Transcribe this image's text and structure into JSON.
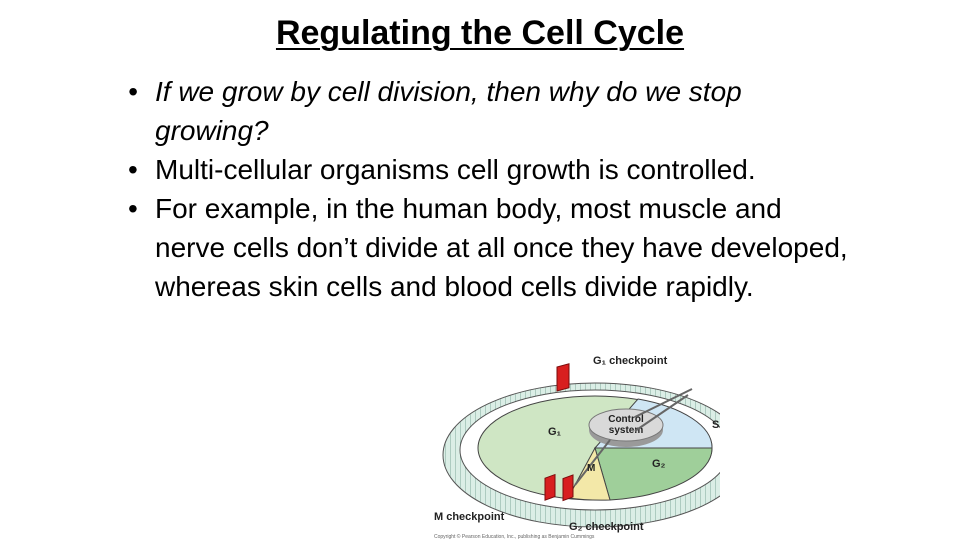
{
  "title": "Regulating the Cell Cycle",
  "bullets": [
    {
      "text": "If we grow by cell division, then why do we stop growing?",
      "style": "italic"
    },
    {
      "text": "Multi-cellular organisms cell growth is controlled.",
      "style": "normal"
    },
    {
      "text": "For example, in the human body, most muscle and nerve cells don’t divide at all once they have developed, whereas skin cells and blood cells divide rapidly.",
      "style": "normal"
    }
  ],
  "bullet_symbol": "•",
  "diagram": {
    "g1_checkpoint": "G₁ checkpoint",
    "control_line1": "Control",
    "control_line2": "system",
    "g1": "G₁",
    "s": "S",
    "m": "M",
    "g2": "G₂",
    "m_checkpoint": "M checkpoint",
    "g2_checkpoint": "G₂ checkpoint",
    "copyright": "Copyright © Pearson Education, Inc., publishing as Benjamin Cummings"
  },
  "colors": {
    "g1_sector": "#cfe6c4",
    "s_sector": "#cfe6f4",
    "g2_sector": "#9fcf9a",
    "m_sector": "#f3e8a8",
    "ring": "#dbeee6",
    "checkpoint": "#d81f1f"
  }
}
